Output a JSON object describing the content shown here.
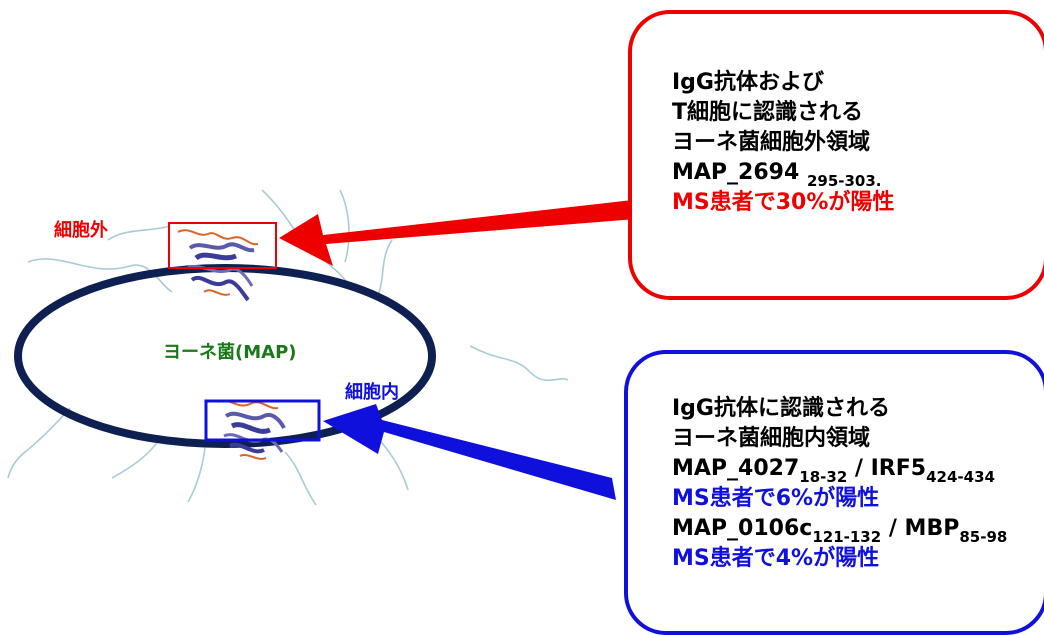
{
  "colors": {
    "red": "#ee0000",
    "blue": "#1010dd",
    "green": "#1a7a1a",
    "navy": "#0e1f52",
    "flagella": "#a8ccd6"
  },
  "bacterium": {
    "name": "ヨーネ菌(MAP)",
    "extracellular_label": "細胞外",
    "intracellular_label": "細胞内"
  },
  "extracellular_box": {
    "line1": "IgG抗体および",
    "line2": "T細胞に認識される",
    "line3": "ヨーネ菌細胞外領域",
    "peptide": "MAP_2694",
    "peptide_range": "295-303.",
    "positive_rate": "MS患者で30%が陽性"
  },
  "intracellular_box": {
    "line1": "IgG抗体に認識される",
    "line2": "ヨーネ菌細胞内領域",
    "peptide1": "MAP_4027",
    "peptide1_range": "18-32",
    "peptide1_sep": " / ",
    "peptide1_human": "IRF5",
    "peptide1_human_range": "424-434",
    "positive_rate1": "MS患者で6%が陽性",
    "peptide2": "MAP_0106c",
    "peptide2_range": "121-132",
    "peptide2_sep": " / ",
    "peptide2_human": "MBP",
    "peptide2_human_range": "85-98",
    "positive_rate2": "MS患者で4%が陽性"
  }
}
